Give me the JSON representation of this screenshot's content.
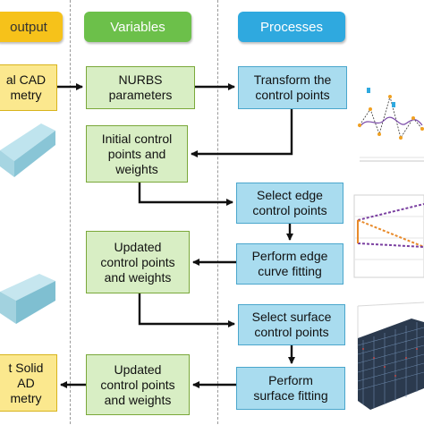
{
  "headers": {
    "output": "output",
    "variables": "Variables",
    "processes": "Processes"
  },
  "output_boxes": {
    "input_cad": [
      "al CAD",
      "metry"
    ],
    "output_cad": [
      "t Solid",
      "AD",
      "metry"
    ]
  },
  "variable_boxes": {
    "nurbs": [
      "NURBS",
      "parameters"
    ],
    "initial": [
      "Initial control",
      "points and",
      "weights"
    ],
    "updated1": [
      "Updated",
      "control points",
      "and weights"
    ],
    "updated2": [
      "Updated",
      "control points",
      "and weights"
    ]
  },
  "process_boxes": {
    "transform": [
      "Transform the",
      "control points"
    ],
    "select_edge": [
      "Select edge",
      "control points"
    ],
    "edge_fit": [
      "Perform edge",
      "curve fitting"
    ],
    "select_surface": [
      "Select surface",
      "control points"
    ],
    "surface_fit": [
      "Perform",
      "surface fitting"
    ]
  },
  "colors": {
    "output_header": "#f6c21a",
    "variables_header": "#6cc04a",
    "processes_header": "#2fa9df",
    "arrow": "#111111"
  },
  "icons": [
    "cad-model-image",
    "control-point-curve-plot",
    "edge-curve-plot",
    "solid-model-image",
    "surface-mesh-plot"
  ]
}
